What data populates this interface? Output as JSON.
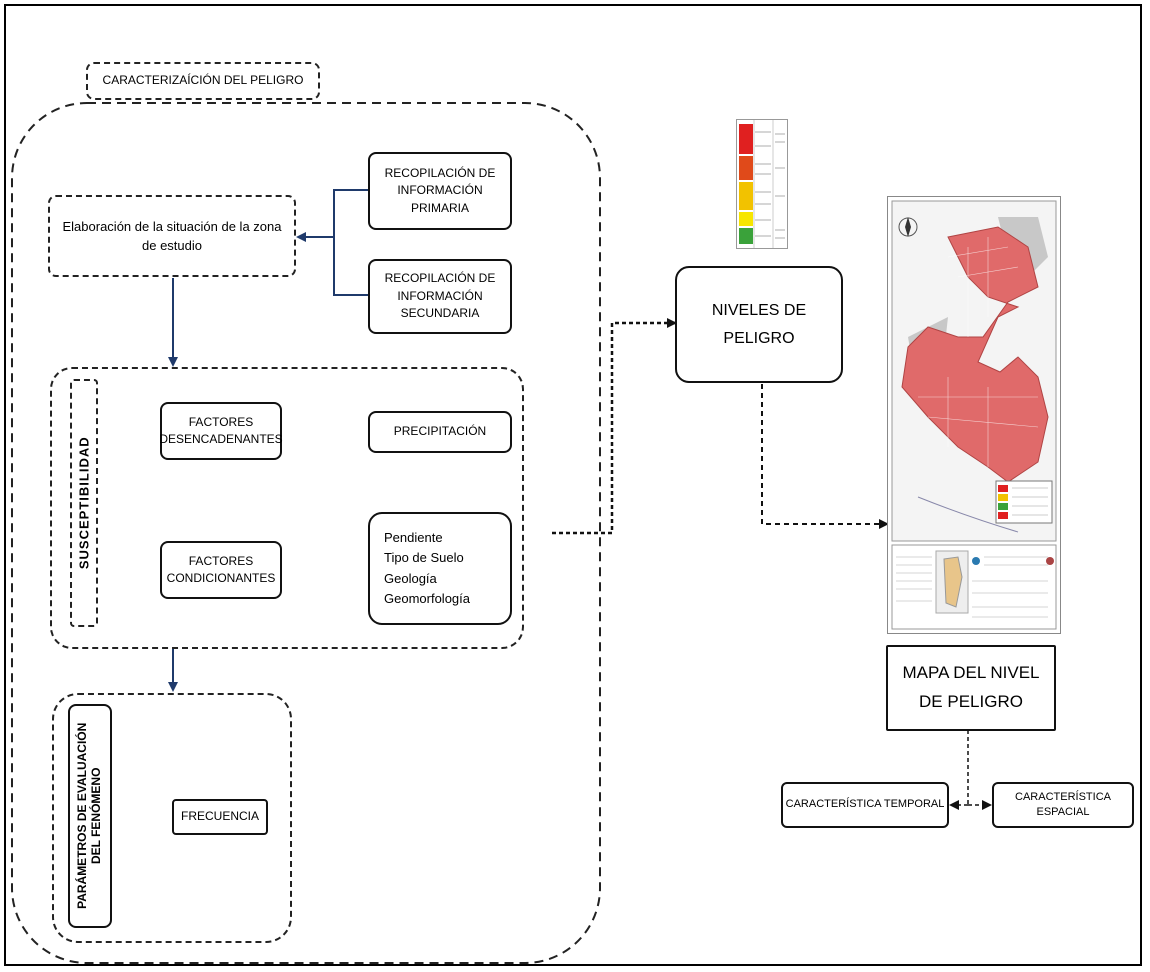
{
  "diagram": {
    "characterization_title": "CARACTERIZAÍCIÓN DEL PELIGRO",
    "study_situation": "Elaboración de la situación de la zona de estudio",
    "primary_info": "RECOPILACIÓN DE INFORMACIÓN PRIMARIA",
    "secondary_info": "RECOPILACIÓN DE INFORMACIÓN SECUNDARIA",
    "susceptibility": "SUSCEPTIBILIDAD",
    "triggering_factors": "FACTORES DESENCADENANTES",
    "precipitation": "PRECIPITACIÓN",
    "conditioning_factors": "FACTORES CONDICIONANTES",
    "conditioning_items": [
      "Pendiente",
      "Tipo de Suelo",
      "Geología",
      "Geomorfología"
    ],
    "evaluation_params": "PARÁMETROS DE EVALUACIÓN DEL FENÓMENO",
    "frequency": "FRECUENCIA",
    "hazard_levels": "NIVELES DE PELIGRO",
    "hazard_map": "MAPA DEL NIVEL DE PELIGRO",
    "temporal": "CARACTERÍSTICA TEMPORAL",
    "spatial": "CARACTERÍSTICA ESPACIAL"
  },
  "colors": {
    "arrow": "#1f3a6b",
    "very_high": "#e02020",
    "high": "#f2c200",
    "medium": "#f7e600",
    "low": "#3aa23a",
    "map_fill": "#e06a6a"
  }
}
